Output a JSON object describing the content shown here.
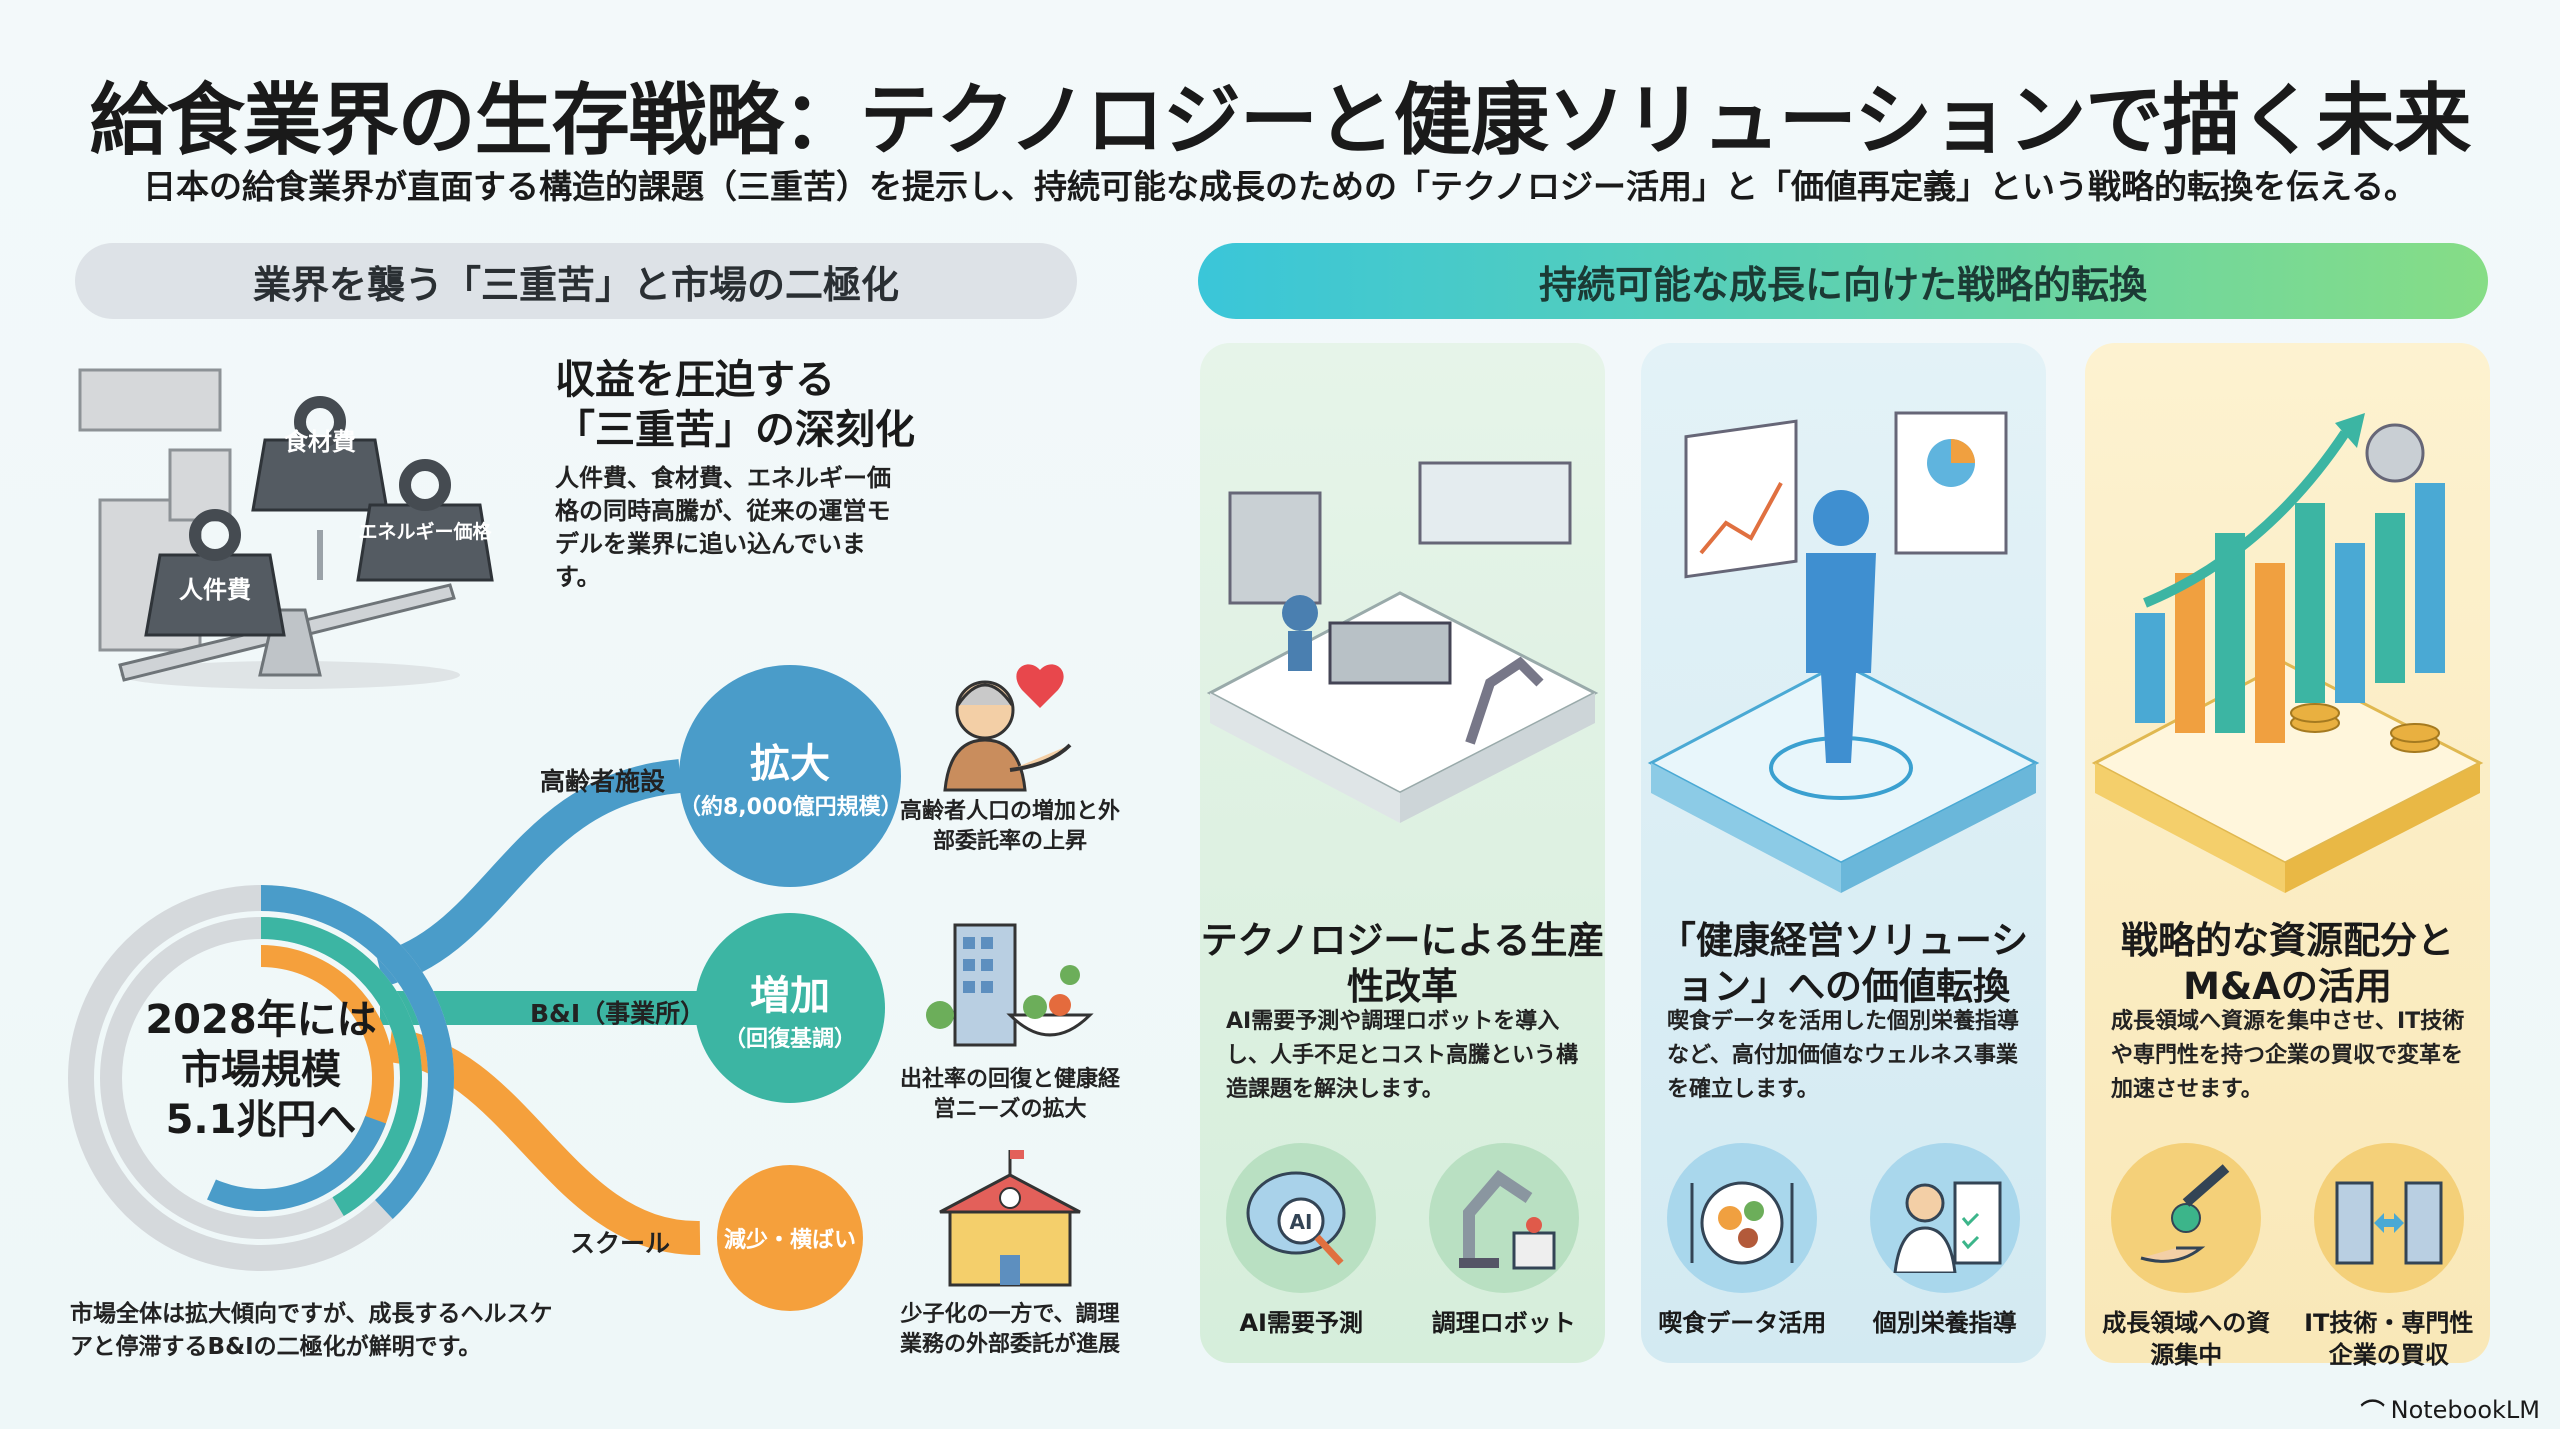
{
  "title": "給食業界の生存戦略：テクノロジーと健康ソリューションで描く未来",
  "subtitle": "日本の給食業界が直面する構造的課題（三重苦）を提示し、持続可能な成長のための「テクノロジー活用」と「価値再定義」という戦略的転換を伝える。",
  "left": {
    "section_title": "業界を襲う「三重苦」と市場の二極化",
    "weights": [
      "食材費",
      "エネルギー価格",
      "人件費"
    ],
    "heading_line1": "収益を圧迫する",
    "heading_line2": "「三重苦」の深刻化",
    "body": "人件費、食材費、エネルギー価格の同時高騰が、従来の運営モデルを業界に追い込んでいます。",
    "donut_lines": [
      "2028年には",
      "市場規模",
      "5.1兆円へ"
    ],
    "segments": [
      {
        "label": "高齢者施設",
        "bubble": "拡大",
        "bubble_sub": "（約8,000億円規模）",
        "caption": "高齢者人口の増加と外部委託率の上昇",
        "color": "#4a9cc9"
      },
      {
        "label": "B&I（事業所）",
        "bubble": "増加",
        "bubble_sub": "（回復基調）",
        "caption": "出社率の回復と健康経営ニーズの拡大",
        "color": "#3cb5a3"
      },
      {
        "label": "スクール",
        "bubble": "減少・横ばい",
        "bubble_sub": "",
        "caption": "少子化の一方で、調理業務の外部委託が進展",
        "color": "#f5a03c"
      }
    ],
    "note": "市場全体は拡大傾向ですが、成長するヘルスケアと停滞するB&Iの二極化が鮮明です。"
  },
  "right": {
    "section_title": "持続可能な成長に向けた戦略的転換",
    "cards": [
      {
        "heading": "テクノロジーによる生産性改革",
        "body": "AI需要予測や調理ロボットを導入し、人手不足とコスト高騰という構造課題を解決します。",
        "icons": [
          "AI需要予測",
          "調理ロボット"
        ],
        "color": "#d9efdc"
      },
      {
        "heading": "「健康経営ソリューション」への価値転換",
        "body": "喫食データを活用した個別栄養指導など、高付加価値なウェルネス事業を確立します。",
        "icons": [
          "喫食データ活用",
          "個別栄養指導"
        ],
        "color": "#d5ebf2"
      },
      {
        "heading": "戦略的な資源配分とM&Aの活用",
        "body": "成長領域へ資源を集中させ、IT技術や専門性を持つ企業の買収で変革を加速させます。",
        "icons": [
          "成長領域への資源集中",
          "IT技術・専門性企業の買収"
        ],
        "color": "#fbecc2"
      }
    ]
  },
  "brand": "NotebookLM"
}
